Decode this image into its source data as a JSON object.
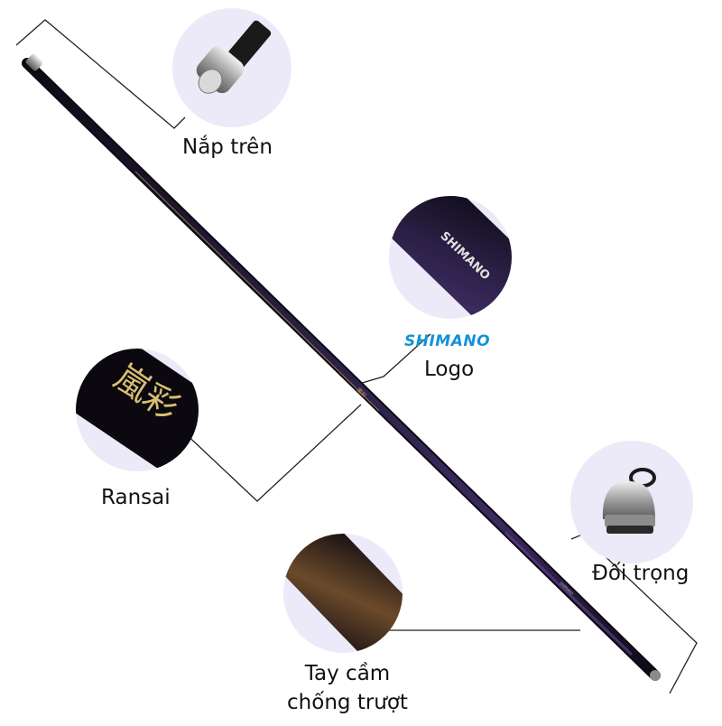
{
  "labels": {
    "top_cap": "Nắp trên",
    "logo": "Logo",
    "ransai": "Ransai",
    "counterweight": "Đối trọng",
    "grip_line1": "Tay cầm",
    "grip_line2": "chống trượt"
  },
  "brand": {
    "wordmark": "SHIMANO",
    "color": "#1592d6"
  },
  "rod_markings": {
    "logo_text": "SHIMANO",
    "kanji": "嵐彩"
  },
  "colors": {
    "circle_bg": "#eceaf9",
    "rod_dark": "#15101f",
    "rod_purple": "#3a2a5e",
    "rod_gold": "#c8a060",
    "metal": "#b9b9b9",
    "leader": "#222222"
  }
}
